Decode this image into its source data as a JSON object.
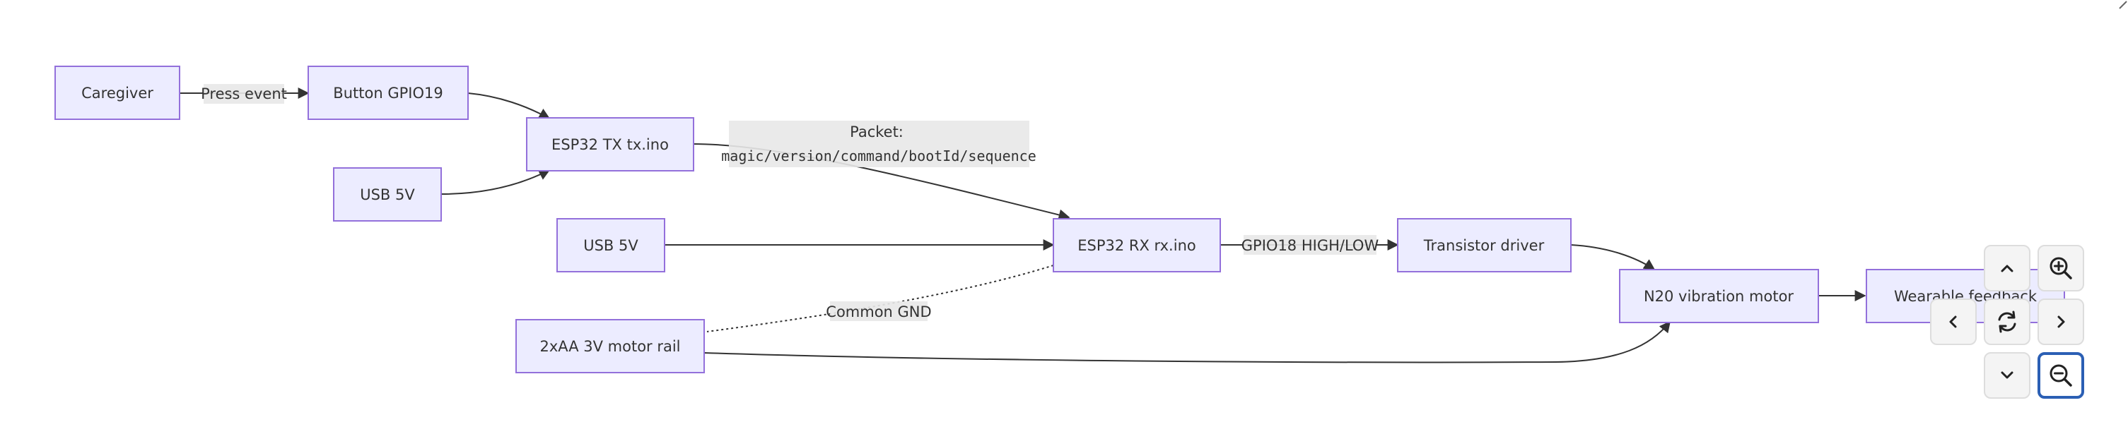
{
  "diagram": {
    "nodes": {
      "caregiver": "Caregiver",
      "button": "Button GPIO19",
      "tx": "ESP32 TX tx.ino",
      "usb_tx": "USB 5V",
      "usb_rx": "USB 5V",
      "rx": "ESP32 RX rx.ino",
      "transistor": "Transistor driver",
      "motor": "N20 vibration motor",
      "wearable": "Wearable feedback",
      "battery": "2xAA 3V motor rail"
    },
    "edge_labels": {
      "press_event": "Press event",
      "packet_line1": "Packet:",
      "packet_line2": "magic/version/command/bootId/sequence",
      "gpio18": "GPIO18 HIGH/LOW",
      "common_gnd": "Common GND"
    },
    "colors": {
      "node_fill": "#ECECFF",
      "node_stroke": "#9370DB",
      "edge": "#333333",
      "label_bg": "#E8E8E8",
      "active_control_border": "#2b5fb4"
    }
  },
  "controls": {
    "icons": [
      "chevron-up-icon",
      "zoom-in-icon",
      "chevron-left-icon",
      "reset-icon",
      "chevron-right-icon",
      "chevron-down-icon",
      "zoom-out-icon"
    ]
  }
}
